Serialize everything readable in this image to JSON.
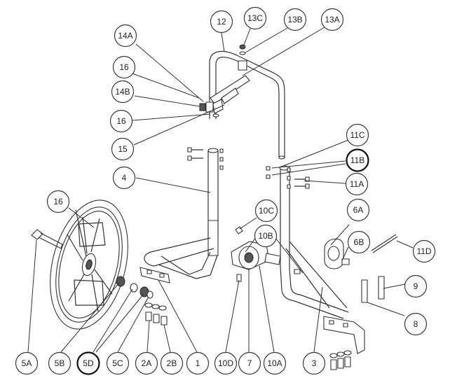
{
  "diagram": {
    "callouts": [
      {
        "id": "c12",
        "label": "12",
        "bold": false
      },
      {
        "id": "c13c",
        "label": "13C",
        "bold": false
      },
      {
        "id": "c13b",
        "label": "13B",
        "bold": false
      },
      {
        "id": "c13a",
        "label": "13A",
        "bold": false
      },
      {
        "id": "c14a",
        "label": "14A",
        "bold": false
      },
      {
        "id": "c16a",
        "label": "16",
        "bold": false
      },
      {
        "id": "c14b",
        "label": "14B",
        "bold": false
      },
      {
        "id": "c16b",
        "label": "16",
        "bold": false
      },
      {
        "id": "c15",
        "label": "15",
        "bold": false
      },
      {
        "id": "c4",
        "label": "4",
        "bold": false
      },
      {
        "id": "c11c",
        "label": "11C",
        "bold": false
      },
      {
        "id": "c11b",
        "label": "11B",
        "bold": true
      },
      {
        "id": "c11a",
        "label": "11A",
        "bold": false
      },
      {
        "id": "c16c",
        "label": "16",
        "bold": false
      },
      {
        "id": "c10c",
        "label": "10C",
        "bold": false
      },
      {
        "id": "c10b",
        "label": "10B",
        "bold": false
      },
      {
        "id": "c6a",
        "label": "6A",
        "bold": false
      },
      {
        "id": "c6b",
        "label": "6B",
        "bold": false
      },
      {
        "id": "c11d",
        "label": "11D",
        "bold": false
      },
      {
        "id": "c9",
        "label": "9",
        "bold": false
      },
      {
        "id": "c8",
        "label": "8",
        "bold": false
      },
      {
        "id": "c5a",
        "label": "5A",
        "bold": false
      },
      {
        "id": "c5b",
        "label": "5B",
        "bold": false
      },
      {
        "id": "c5d",
        "label": "5D",
        "bold": true
      },
      {
        "id": "c5c",
        "label": "5C",
        "bold": false
      },
      {
        "id": "c2a",
        "label": "2A",
        "bold": false
      },
      {
        "id": "c2b",
        "label": "2B",
        "bold": false
      },
      {
        "id": "c1",
        "label": "1",
        "bold": false
      },
      {
        "id": "c10d",
        "label": "10D",
        "bold": false
      },
      {
        "id": "c7",
        "label": "7",
        "bold": false
      },
      {
        "id": "c10a",
        "label": "10A",
        "bold": false
      },
      {
        "id": "c3",
        "label": "3",
        "bold": false
      }
    ]
  }
}
